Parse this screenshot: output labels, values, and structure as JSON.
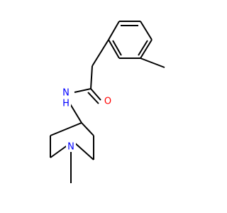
{
  "molecule": {
    "atoms": {
      "oxygen": {
        "symbol": "O",
        "color": "#ff0000"
      },
      "amide_nitrogen": {
        "symbol": "N",
        "color": "#0000ff"
      },
      "amide_hydrogen": {
        "symbol": "H",
        "color": "#0000ff"
      },
      "ring_nitrogen": {
        "symbol": "N",
        "color": "#0000ff"
      }
    },
    "bond_color": "#000000"
  }
}
